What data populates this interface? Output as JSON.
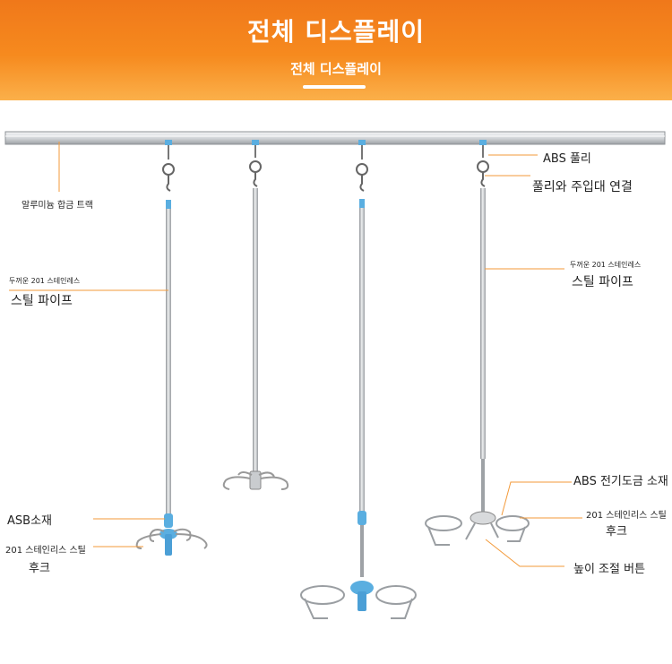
{
  "header": {
    "title": "전체 디스플레이",
    "subtitle": "전체 디스플레이"
  },
  "annotations": {
    "track": "알루미늄 합금 트랙",
    "pipe_left_small": "두꺼운 201 스테인레스",
    "pipe_left_big": "스틸 파이프",
    "asb": "ASB소재",
    "hook_left_small": "201 스테인리스 스틸",
    "hook_left_big": "후크",
    "abs_pulley": "ABS 풀리",
    "pulley_link": "풀리와 주입대 연결",
    "pipe_right_small": "두꺼운 201 스테인레스",
    "pipe_right_big": "스틸 파이프",
    "abs_plated": "ABS 전기도금 소재",
    "hook_right_small": "201 스테인리스 스틸",
    "hook_right_big": "후크",
    "height_button": "높이 조절 버튼"
  },
  "colors": {
    "banner": "#f68a1e",
    "leader_line": "#f39a3a",
    "accent_blue": "#5aaee0",
    "steel": "#b9bcbf"
  }
}
